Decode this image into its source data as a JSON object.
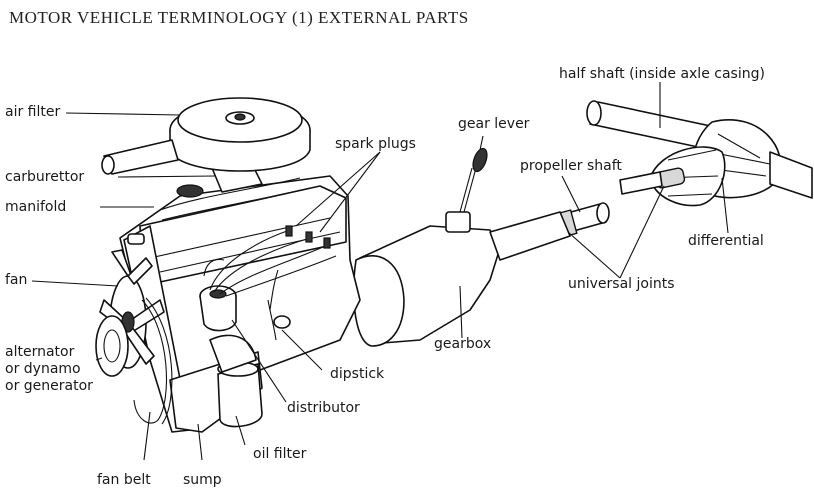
{
  "title": "MOTOR VEHICLE TERMINOLOGY (1) EXTERNAL PARTS",
  "labels": {
    "air_filter": "air filter",
    "carburettor": "carburettor",
    "manifold": "manifold",
    "fan": "fan",
    "alternator": [
      "alternator",
      "or dynamo",
      "or generator"
    ],
    "fan_belt": "fan belt",
    "sump": "sump",
    "oil_filter": "oil filter",
    "distributor": "distributor",
    "dipstick": "dipstick",
    "spark_plugs": "spark plugs",
    "gear_lever": "gear lever",
    "gearbox": "gearbox",
    "propeller_shaft": "propeller shaft",
    "universal_joints": "universal joints",
    "half_shaft": "half shaft (inside axle casing)",
    "differential": "differential"
  }
}
